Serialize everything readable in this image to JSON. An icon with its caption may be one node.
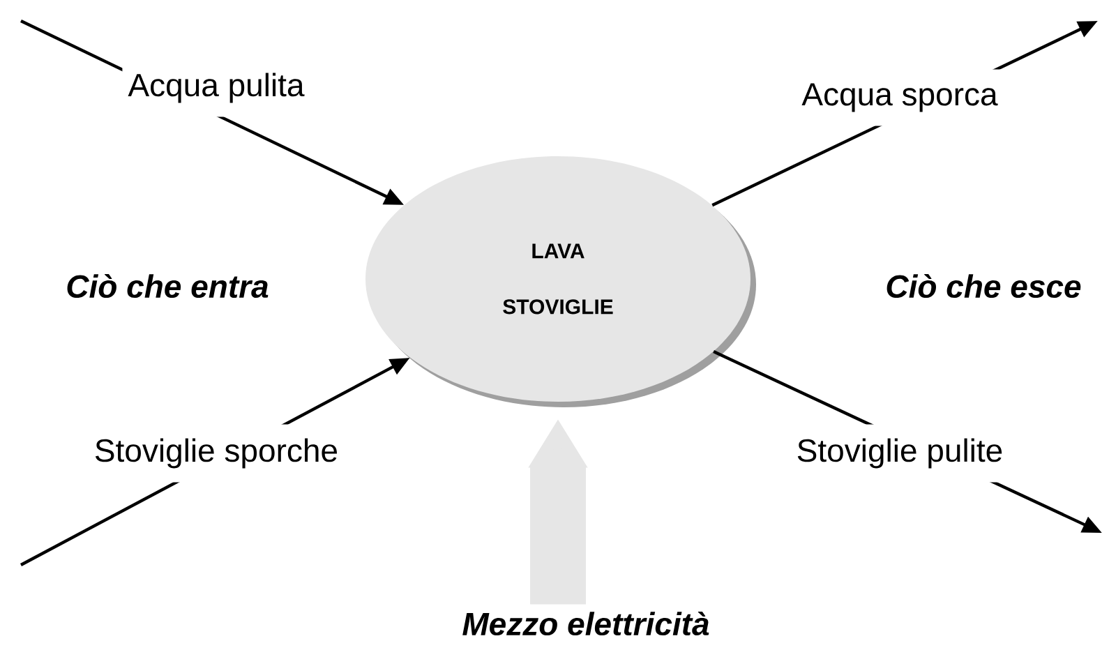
{
  "diagram": {
    "nodes": [
      {
        "text": [
          "LAVA STOVIGLIE"
        ]
      },
      {
        "text": [
          "Mezzo elettricità"
        ]
      }
    ],
    "edges": [
      {
        "from": null,
        "to": 0,
        "arrow": "to",
        "label": "Acqua pulita"
      },
      {
        "from": null,
        "to": 0,
        "arrow": "to",
        "label": "Stoviglie sporche"
      },
      {
        "from": 0,
        "to": null,
        "arrow": "to",
        "label": "Acqua sporca"
      },
      {
        "from": 0,
        "to": null,
        "arrow": "to",
        "label": "Stoviglie pulite"
      },
      {
        "from": 1,
        "to": 0,
        "arrow": "to",
        "style": "thick",
        "color": "#e6e6e6"
      }
    ],
    "labels": [
      "Ciò che entra",
      "Ciò che esce"
    ]
  }
}
